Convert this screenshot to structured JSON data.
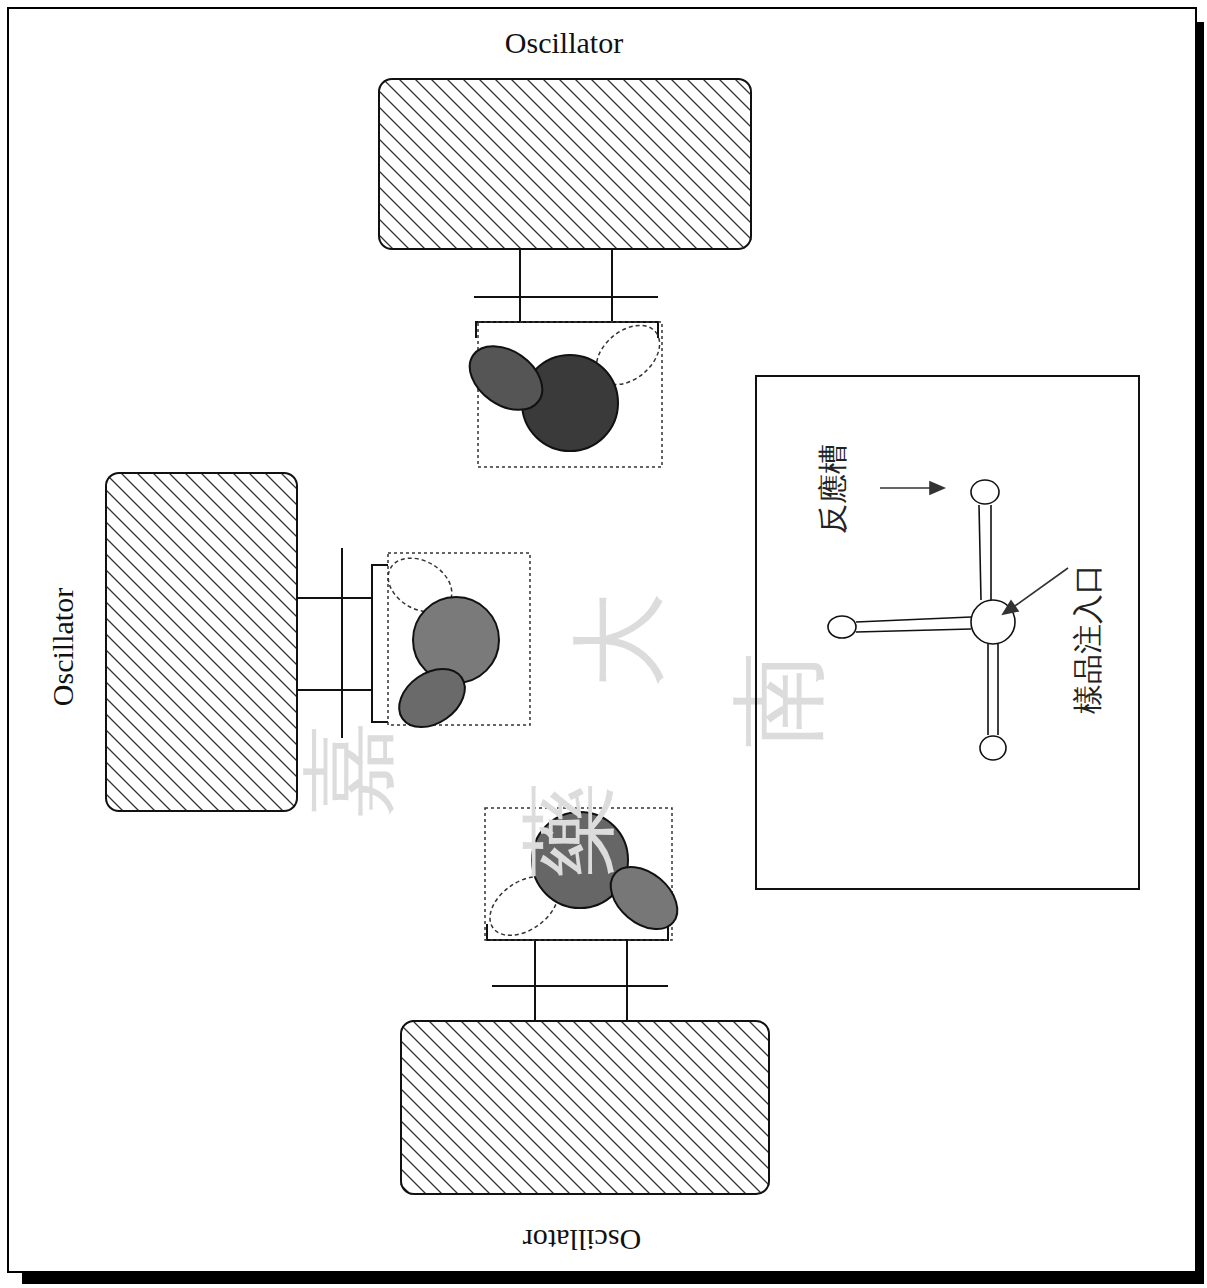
{
  "diagram": {
    "nodes": [
      {
        "text": [
          "Oscillator"
        ]
      },
      {
        "text": [
          "Oscillator"
        ]
      },
      {
        "text": [
          "Oscillator"
        ]
      },
      {
        "text": [
          "反應槽",
          "樣品注入口"
        ]
      }
    ],
    "edges": [],
    "labels": [
      "大",
      "南",
      "嘉",
      "藥"
    ]
  }
}
